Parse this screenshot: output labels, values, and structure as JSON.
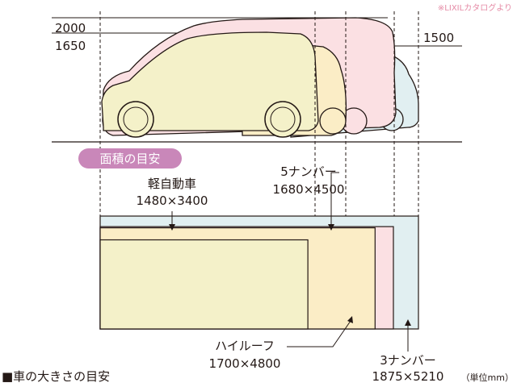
{
  "credit": "※LIXILカタログより",
  "heights": {
    "h2000": "2000",
    "h1650": "1650",
    "h1500": "1500"
  },
  "badge": {
    "label": "面積の目安"
  },
  "cars": [
    {
      "label": "軽自動車",
      "dims": "1480×3400",
      "width_mm": 1480,
      "length_mm": 3400,
      "color": "#f4f1c9"
    },
    {
      "label": "5ナンバー",
      "dims": "1680×4500",
      "width_mm": 1680,
      "length_mm": 4500,
      "color": "#fbedc6"
    },
    {
      "label": "ハイルーフ",
      "dims": "1700×4800",
      "width_mm": 1700,
      "length_mm": 4800,
      "color": "#fbe0e3"
    },
    {
      "label": "3ナンバー",
      "dims": "1875×5210",
      "width_mm": 1875,
      "length_mm": 5210,
      "color": "#e1eff1"
    }
  ],
  "footer": {
    "title": "■車の大きさの目安",
    "unit": "（単位mm）"
  },
  "colors": {
    "outline": "#231815",
    "badge": "#c987b9",
    "credit": "#e58aa5"
  }
}
